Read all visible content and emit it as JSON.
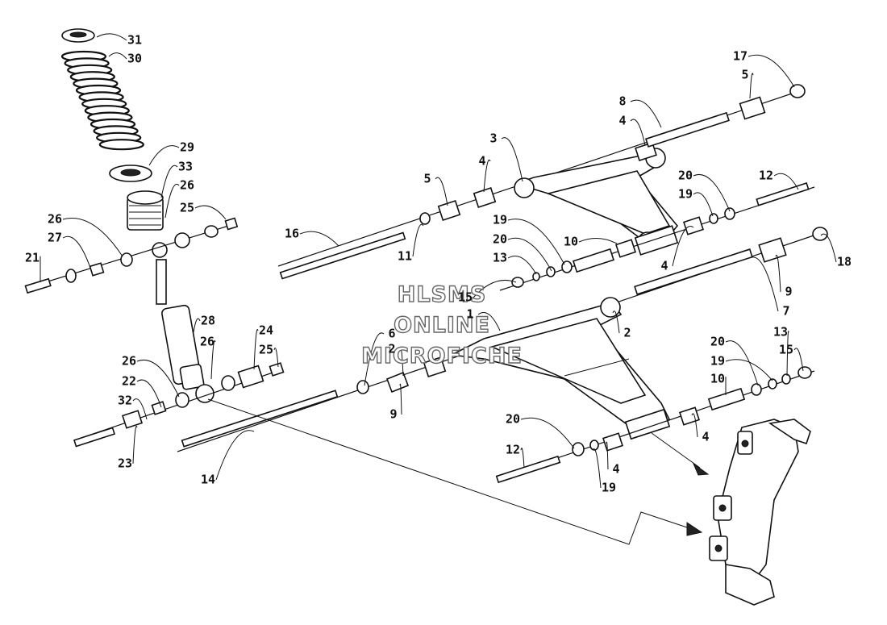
{
  "watermark": {
    "line1": "HLSMS",
    "line2": "ONLINE",
    "line3": "MICROFICHE"
  },
  "callouts": [
    {
      "id": "31",
      "label": "31"
    },
    {
      "id": "30",
      "label": "30"
    },
    {
      "id": "29",
      "label": "29"
    },
    {
      "id": "33",
      "label": "33"
    },
    {
      "id": "26a",
      "label": "26"
    },
    {
      "id": "25a",
      "label": "25"
    },
    {
      "id": "26b",
      "label": "26"
    },
    {
      "id": "27",
      "label": "27"
    },
    {
      "id": "21",
      "label": "21"
    },
    {
      "id": "28",
      "label": "28"
    },
    {
      "id": "26c",
      "label": "26"
    },
    {
      "id": "24",
      "label": "24"
    },
    {
      "id": "25b",
      "label": "25"
    },
    {
      "id": "26d",
      "label": "26"
    },
    {
      "id": "22",
      "label": "22"
    },
    {
      "id": "32",
      "label": "32"
    },
    {
      "id": "23",
      "label": "23"
    },
    {
      "id": "14",
      "label": "14"
    },
    {
      "id": "16",
      "label": "16"
    },
    {
      "id": "11",
      "label": "11"
    },
    {
      "id": "5a",
      "label": "5"
    },
    {
      "id": "4a",
      "label": "4"
    },
    {
      "id": "3",
      "label": "3"
    },
    {
      "id": "4b",
      "label": "4"
    },
    {
      "id": "8",
      "label": "8"
    },
    {
      "id": "17",
      "label": "17"
    },
    {
      "id": "5b",
      "label": "5"
    },
    {
      "id": "20a",
      "label": "20"
    },
    {
      "id": "19a",
      "label": "19"
    },
    {
      "id": "12a",
      "label": "12"
    },
    {
      "id": "10a",
      "label": "10"
    },
    {
      "id": "4c",
      "label": "4"
    },
    {
      "id": "19b",
      "label": "19"
    },
    {
      "id": "20b",
      "label": "20"
    },
    {
      "id": "13a",
      "label": "13"
    },
    {
      "id": "15a",
      "label": "15"
    },
    {
      "id": "1",
      "label": "1"
    },
    {
      "id": "18",
      "label": "18"
    },
    {
      "id": "9a",
      "label": "9"
    },
    {
      "id": "7",
      "label": "7"
    },
    {
      "id": "2a",
      "label": "2"
    },
    {
      "id": "6",
      "label": "6"
    },
    {
      "id": "2b",
      "label": "2"
    },
    {
      "id": "9b",
      "label": "9"
    },
    {
      "id": "20c",
      "label": "20"
    },
    {
      "id": "19c",
      "label": "19"
    },
    {
      "id": "13b",
      "label": "13"
    },
    {
      "id": "15b",
      "label": "15"
    },
    {
      "id": "10b",
      "label": "10"
    },
    {
      "id": "4d",
      "label": "4"
    },
    {
      "id": "20d",
      "label": "20"
    },
    {
      "id": "12b",
      "label": "12"
    },
    {
      "id": "4e",
      "label": "4"
    },
    {
      "id": "19d",
      "label": "19"
    }
  ]
}
